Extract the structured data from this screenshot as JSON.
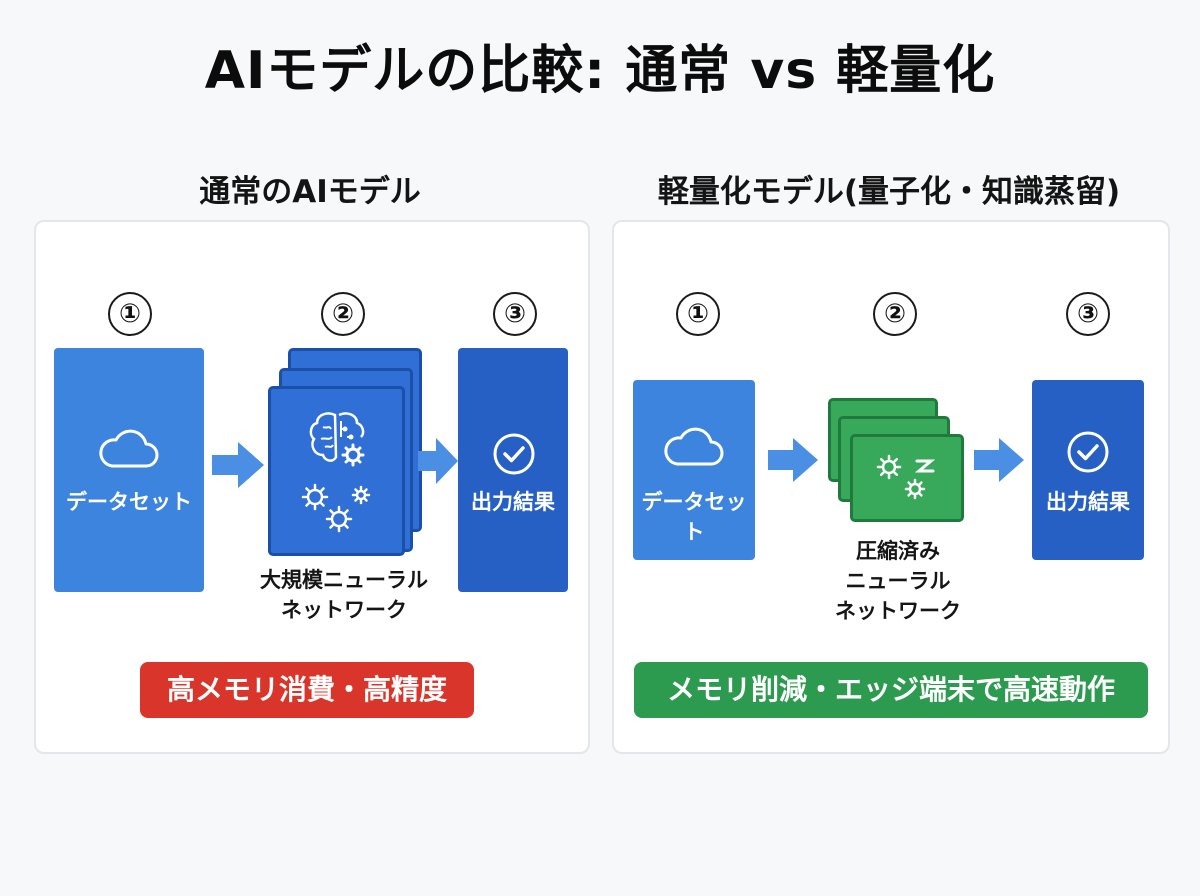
{
  "title": "AIモデルの比較: 通常 vs 軽量化",
  "colors": {
    "blue": "#3d84de",
    "dark_blue": "#2660c5",
    "stack_blue": "#2f6fd6",
    "green": "#38a95a",
    "red_badge": "#d9352b",
    "green_badge": "#2d9b4f",
    "arrow": "#4a8fe3"
  },
  "left": {
    "heading": "通常のAIモデル",
    "steps": [
      "①",
      "②",
      "③"
    ],
    "input_label": "データセット",
    "model_caption": [
      "大規模ニューラル",
      "ネットワーク"
    ],
    "output_label": "出力結果",
    "badge": "高メモリ消費・高精度",
    "icons": [
      "cloud-icon",
      "brain-icon",
      "gears-icon",
      "check-circle-icon"
    ]
  },
  "right": {
    "heading": "軽量化モデル(量子化・知識蒸留)",
    "steps": [
      "①",
      "②",
      "③"
    ],
    "input_label": "データセット",
    "model_caption": [
      "圧縮済み",
      "ニューラル",
      "ネットワーク"
    ],
    "output_label": "出力結果",
    "badge": "メモリ削減・エッジ端末で高速動作",
    "icons": [
      "cloud-icon",
      "gears-icon",
      "check-circle-icon"
    ]
  }
}
